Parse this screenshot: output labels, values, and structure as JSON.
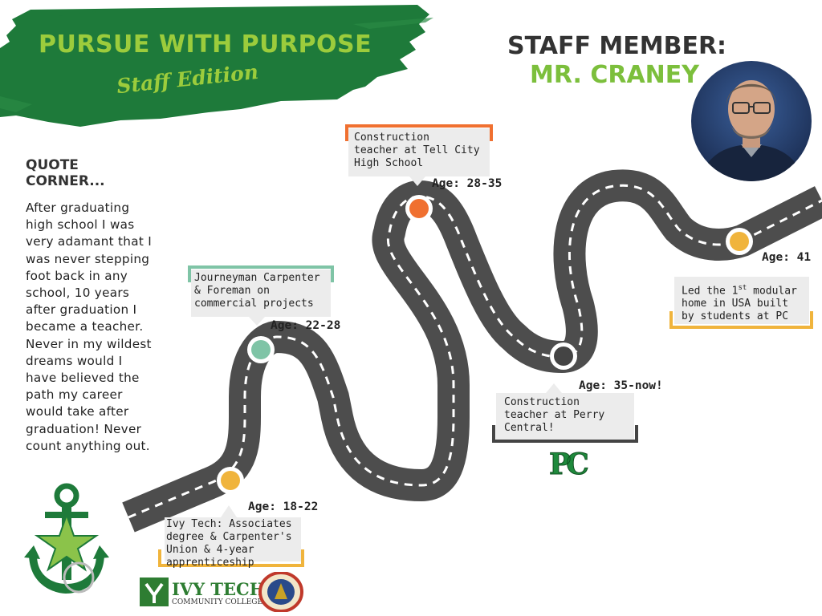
{
  "header": {
    "title": "PURSUE WITH PURPOSE",
    "subtitle": "Staff Edition"
  },
  "staff": {
    "label": "STAFF MEMBER:",
    "name": "MR. CRANEY"
  },
  "quote": {
    "heading_line1": "QUOTE",
    "heading_line2": "CORNER...",
    "lines": [
      "After graduating",
      "high school I was",
      "very adamant that I",
      "was never stepping",
      "foot back in any",
      "school, 10 years",
      "after graduation I",
      "became a teacher.",
      "Never in my wildest",
      "dreams would I",
      "have believed the",
      "path my career",
      "would take after",
      "graduation! Never",
      "count anything out."
    ]
  },
  "milestones": [
    {
      "age": "Age: 18-22",
      "text": "Ivy Tech: Associates\ndegree & Carpenter's\nUnion & 4-year\napprenticeship",
      "color": "#f0b43c"
    },
    {
      "age": "Age: 22-28",
      "text": "Journeyman Carpenter\n& Foreman on\ncommercial projects",
      "color": "#7fc4a6"
    },
    {
      "age": "Age: 28-35",
      "text": "Construction\nteacher at Tell City\nHigh School",
      "color": "#f07030"
    },
    {
      "age": "Age: 35-now!",
      "text": "Construction\nteacher at Perry\nCentral!",
      "color": "#444444"
    },
    {
      "age": "Age: 41",
      "text_pre": "Led the 1",
      "text_sup": "st",
      "text_post": " modular\nhome in USA built\nby students at PC",
      "color": "#f0b43c"
    }
  ],
  "logos": {
    "pc": "PC",
    "ivy_main": "IVY TECH",
    "ivy_sub": "COMMUNITY COLLEGE"
  },
  "colors": {
    "brand_green": "#1e7a3a",
    "accent_green": "#9ccc3c",
    "road": "#4d4d4d"
  }
}
